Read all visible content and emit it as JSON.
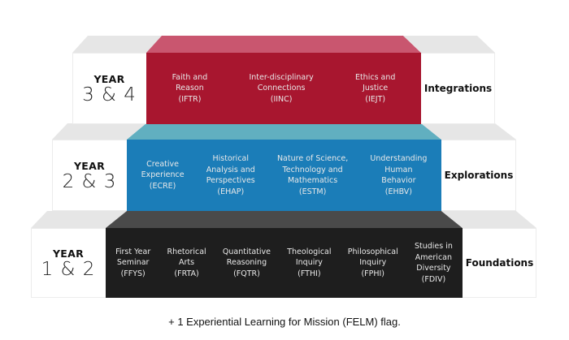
{
  "tiers": [
    {
      "id": "integrations",
      "year_label": "YEAR",
      "year_range": "3 & 4",
      "level": "Integrations",
      "color": "#A8162F",
      "top_color": "#C9566F",
      "courses": [
        {
          "name": "Faith and\nReason\n(IFTR)",
          "code": "IFTR"
        },
        {
          "name": "Inter-disciplinary\nConnections\n(IINC)",
          "code": "IINC"
        },
        {
          "name": "Ethics and\nJustice\n(IEJT)",
          "code": "IEJT"
        }
      ]
    },
    {
      "id": "explorations",
      "year_label": "YEAR",
      "year_range": "2 & 3",
      "level": "Explorations",
      "color": "#1B7DB8",
      "top_color": "#61AFC0",
      "courses": [
        {
          "name": "Creative\nExperience\n(ECRE)",
          "code": "ECRE"
        },
        {
          "name": "Historical\nAnalysis and\nPerspectives\n(EHAP)",
          "code": "EHAP"
        },
        {
          "name": "Nature of Science,\nTechnology and\nMathematics\n(ESTM)",
          "code": "ESTM"
        },
        {
          "name": "Understanding\nHuman\nBehavior\n(EHBV)",
          "code": "EHBV"
        }
      ]
    },
    {
      "id": "foundations",
      "year_label": "YEAR",
      "year_range": "1 & 2",
      "level": "Foundations",
      "color": "#1E1E1E",
      "top_color": "#4A4A4A",
      "courses": [
        {
          "name": "First Year\nSeminar\n(FFYS)",
          "code": "FFYS"
        },
        {
          "name": "Rhetorical\nArts\n(FRTA)",
          "code": "FRTA"
        },
        {
          "name": "Quantitative\nReasoning\n(FQTR)",
          "code": "FQTR"
        },
        {
          "name": "Theological\nInquiry\n(FTHI)",
          "code": "FTHI"
        },
        {
          "name": "Philosophical\nInquiry\n(FPHI)",
          "code": "FPHI"
        },
        {
          "name": "Studies in\nAmerican\nDiversity\n(FDIV)",
          "code": "FDIV"
        }
      ]
    }
  ],
  "footnote": "+ 1 Experiential Learning for Mission (FELM) flag."
}
